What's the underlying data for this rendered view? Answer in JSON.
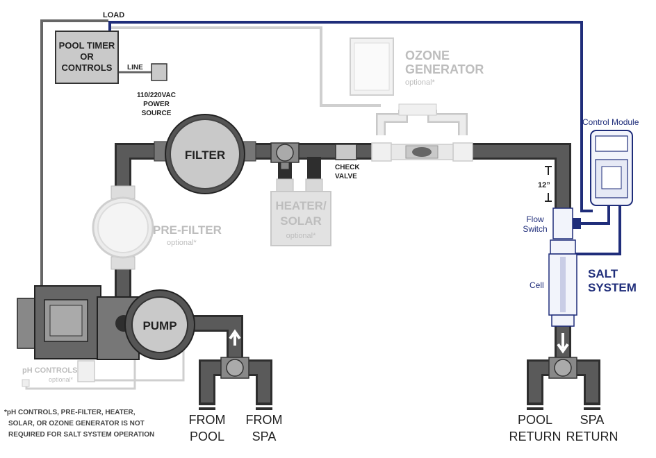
{
  "labels": {
    "load": "LOAD",
    "line": "LINE",
    "timer": [
      "POOL TIMER",
      "OR",
      "CONTROLS"
    ],
    "power": [
      "110/220VAC",
      "POWER",
      "SOURCE"
    ],
    "filter": "FILTER",
    "check_valve": [
      "CHECK",
      "VALVE"
    ],
    "heater": [
      "HEATER/",
      "SOLAR"
    ],
    "heater_optional": "optional*",
    "prefilter": "PRE-FILTER",
    "prefilter_optional": "optional*",
    "ozone": [
      "OZONE",
      "GENERATOR"
    ],
    "ozone_optional": "optional*",
    "control_module": "Control Module",
    "twelve_inch": "12”",
    "flow_switch": [
      "Flow",
      "Switch"
    ],
    "cell": "Cell",
    "salt_system": [
      "SALT",
      "SYSTEM"
    ],
    "pump": "PUMP",
    "ph_controls": "pH CONTROLS",
    "ph_optional": "optional*",
    "from_pool": [
      "FROM",
      "POOL"
    ],
    "from_spa": [
      "FROM",
      "SPA"
    ],
    "pool_return": [
      "POOL",
      "RETURN"
    ],
    "spa_return": [
      "SPA",
      "RETURN"
    ],
    "footnote": [
      "*pH CONTROLS, PRE-FILTER, HEATER,",
      "SOLAR, OR OZONE GENERATOR IS NOT",
      "REQUIRED FOR SALT SYSTEM OPERATION"
    ]
  },
  "colors": {
    "pipe": "#4d4d4d",
    "pipe_light": "#dcdcdc",
    "wire": "#666666",
    "wire_light": "#c8c8c8",
    "salt": "#1f2d7a",
    "optional_text": "#bdbdbd",
    "component": "#c9c9c9"
  }
}
